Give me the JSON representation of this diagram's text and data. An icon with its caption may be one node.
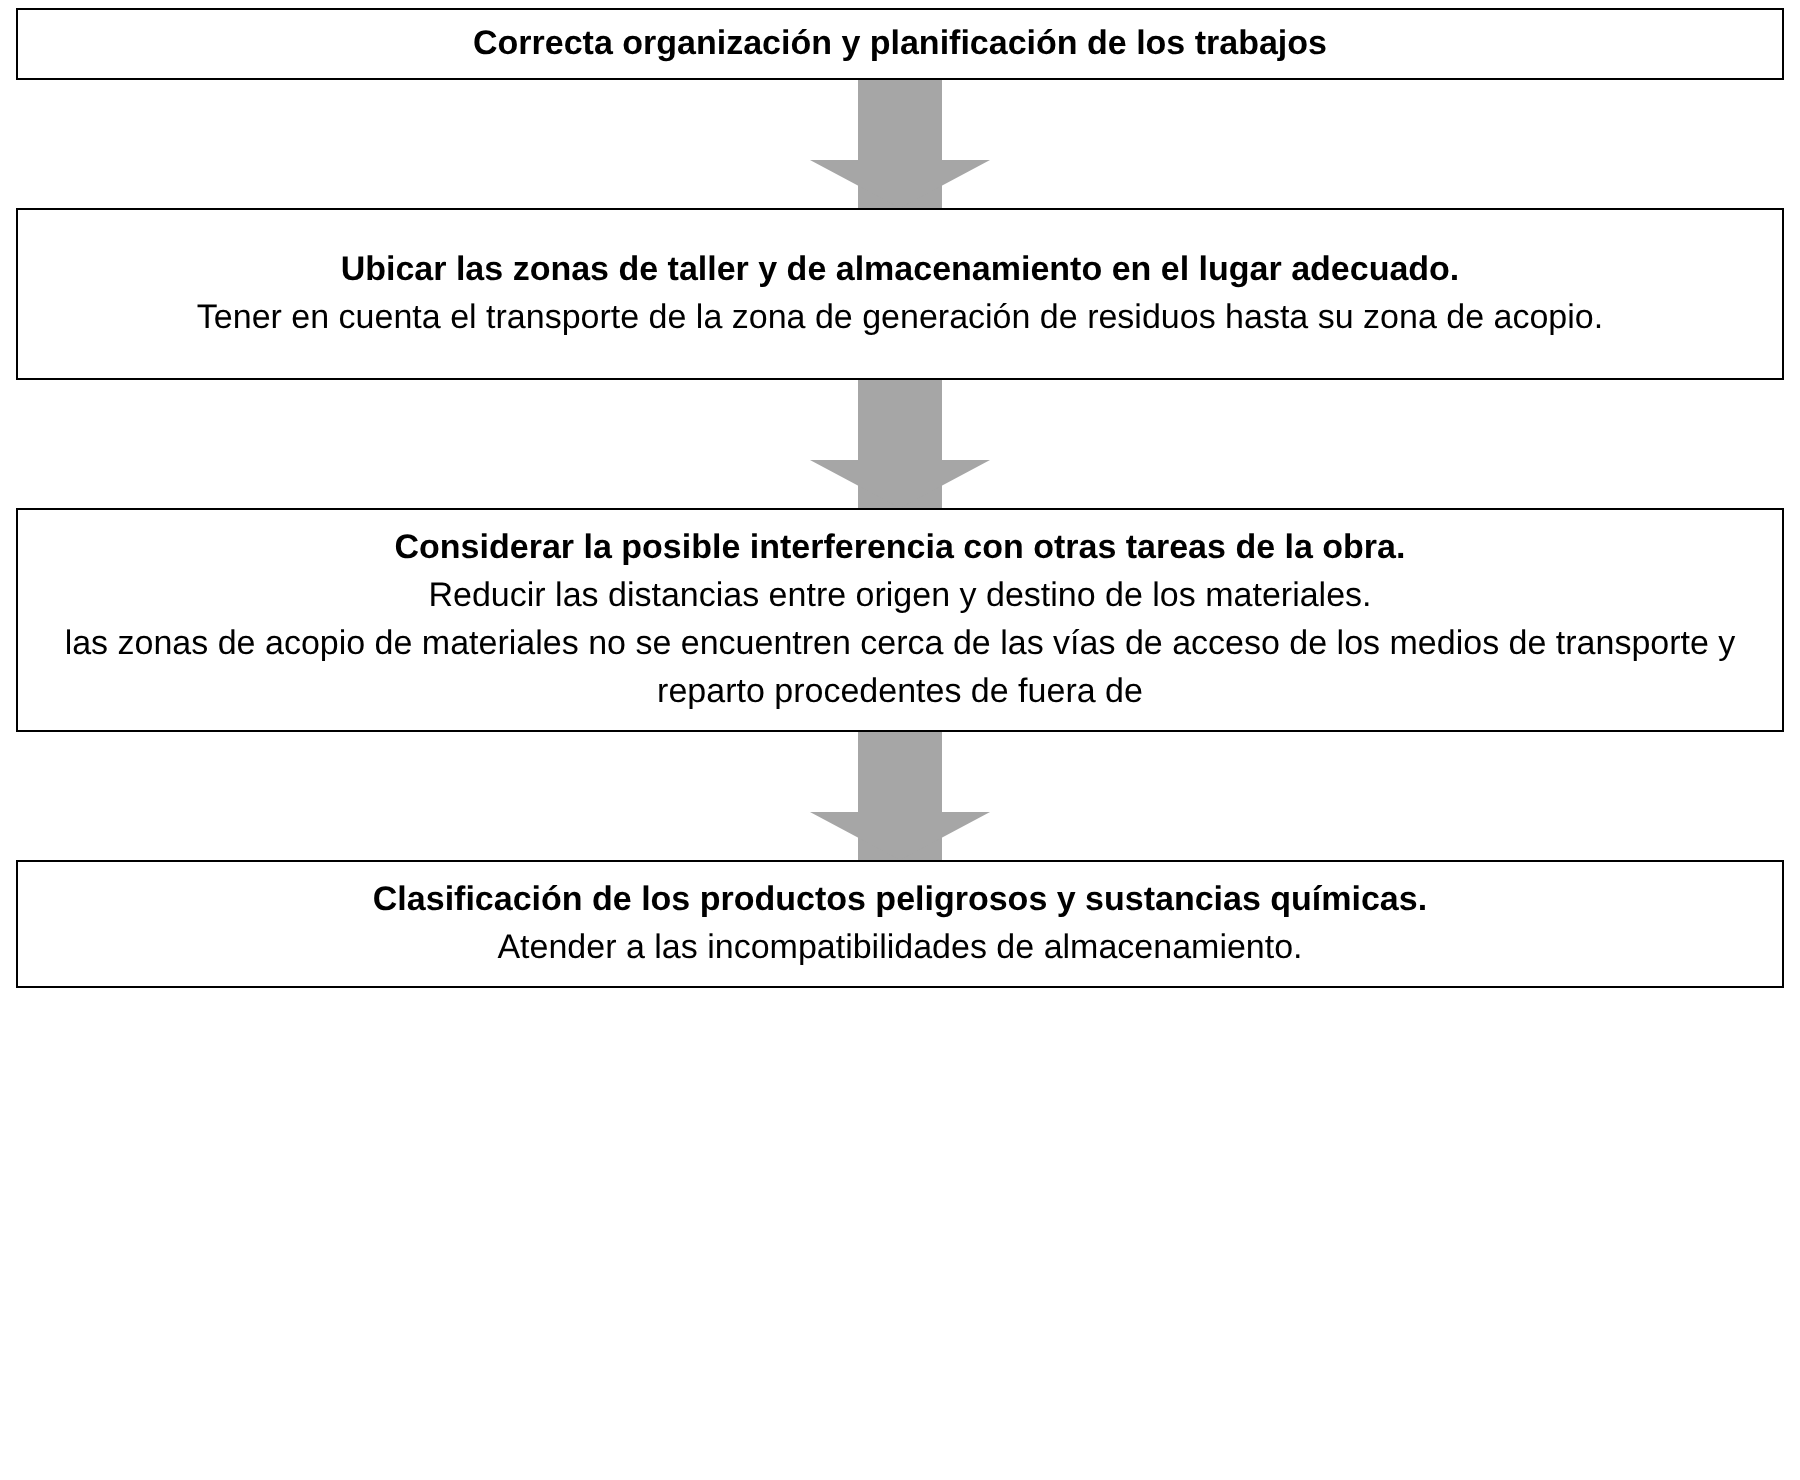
{
  "diagram": {
    "nodes": [
      {
        "text": [
          "Correcta organización y planificación de los trabajos"
        ]
      },
      {
        "text": [
          "Ubicar las zonas de taller y de almacenamiento en el lugar adecuado.",
          "Tener en cuenta el transporte de la zona de generación de residuos hasta su zona de acopio."
        ]
      },
      {
        "text": [
          "Considerar la posible interferencia con otras tareas de la obra.",
          "Reducir las distancias entre origen y destino de los materiales.",
          "las zonas de acopio de materiales no se encuentren cerca de las vías de acceso de los medios de transporte y reparto procedentes de fuera de"
        ]
      },
      {
        "text": [
          "Clasificación de los productos peligrosos y sustancias químicas.",
          "Atender a las incompatibilidades de almacenamiento."
        ]
      }
    ],
    "edges": [
      {
        "from": 0,
        "to": 1,
        "arrow": "to"
      },
      {
        "from": 1,
        "to": 2,
        "arrow": "to"
      },
      {
        "from": 2,
        "to": 3,
        "arrow": "to"
      }
    ]
  }
}
